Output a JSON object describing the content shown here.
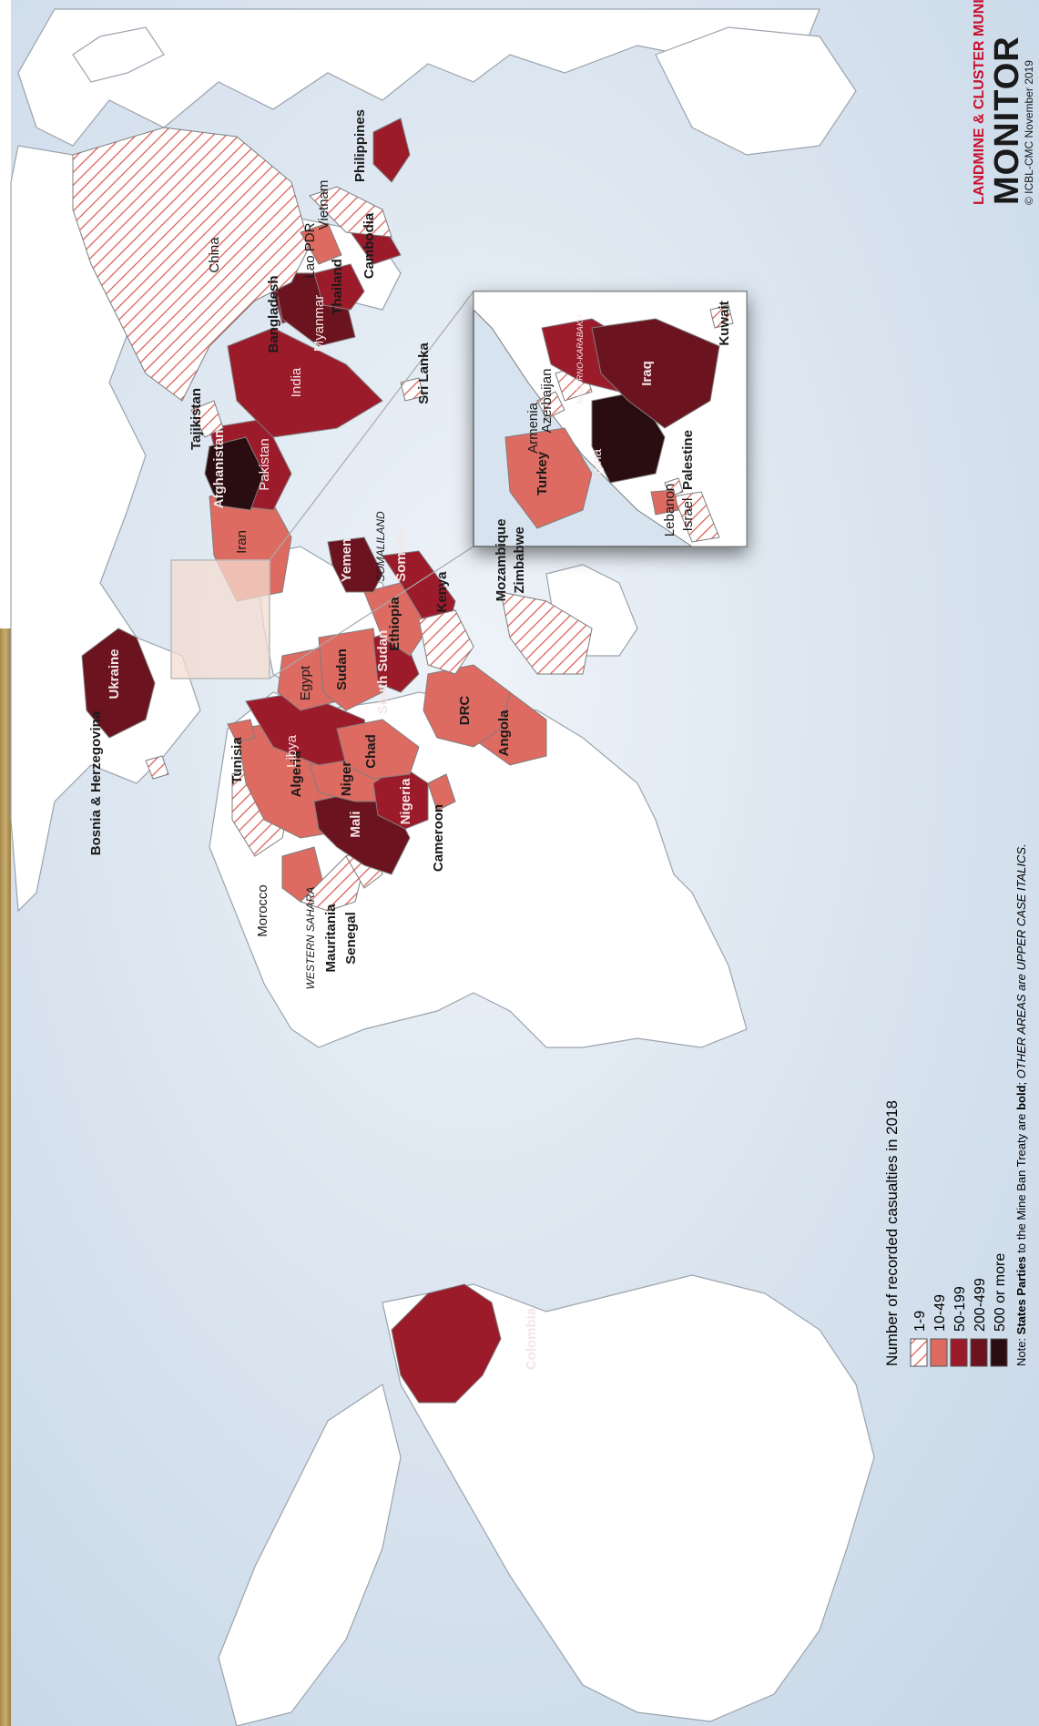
{
  "colors": {
    "ocean": "#d7e3ef",
    "land": "#ffffff",
    "border": "#9aa3ad",
    "c1_9": "#d9574f",
    "c10_49": "#dd6b62",
    "c50_199": "#9c1b2b",
    "c200_499": "#6b1420",
    "c500": "#2a0d10",
    "brand_red": "#c8102e"
  },
  "legend": {
    "title": "Number of recorded casualties in 2018",
    "items": [
      {
        "label": "1-9",
        "key": "c1_9",
        "pattern": "hatch"
      },
      {
        "label": "10-49",
        "key": "c10_49"
      },
      {
        "label": "50-199",
        "key": "c50_199"
      },
      {
        "label": "200-499",
        "key": "c200_499"
      },
      {
        "label": "500 or more",
        "key": "c500"
      }
    ]
  },
  "note": {
    "prefix": "Note: ",
    "bold": "States Parties",
    "mid": " to the Mine Ban Treaty are ",
    "bold2": "bold",
    "mid2": "; ",
    "italic": "OTHER AREAS are UPPER CASE ITALICS.",
    "full": "Note: States Parties to the Mine Ban Treaty are bold; OTHER AREAS are UPPER CASE ITALICS."
  },
  "brand": {
    "line1": "LANDMINE & CLUSTER MUNITION",
    "line2": "MONITOR",
    "line3": "© ICBL-CMC November 2019"
  },
  "countries": [
    {
      "name": "Colombia",
      "style": "b",
      "tier": "c50_199"
    },
    {
      "name": "Morocco",
      "style": "n",
      "tier": "c1_9"
    },
    {
      "name": "WESTERN SAHARA",
      "style": "i",
      "tier": "c10_49"
    },
    {
      "name": "Mauritania",
      "style": "b",
      "tier": "c1_9"
    },
    {
      "name": "Senegal",
      "style": "b",
      "tier": "c1_9"
    },
    {
      "name": "Cameroon",
      "style": "b",
      "tier": "c10_49"
    },
    {
      "name": "Algeria",
      "style": "b",
      "tier": "c10_49"
    },
    {
      "name": "Mali",
      "style": "b",
      "tier": "c200_499"
    },
    {
      "name": "Tunisia",
      "style": "b",
      "tier": "c10_49"
    },
    {
      "name": "Niger",
      "style": "b",
      "tier": "c10_49"
    },
    {
      "name": "Nigeria",
      "style": "b",
      "tier": "c50_199"
    },
    {
      "name": "Libya",
      "style": "n",
      "tier": "c50_199"
    },
    {
      "name": "Chad",
      "style": "b",
      "tier": "c10_49"
    },
    {
      "name": "Angola",
      "style": "b",
      "tier": "c10_49"
    },
    {
      "name": "DRC",
      "style": "b",
      "tier": "c10_49"
    },
    {
      "name": "Egypt",
      "style": "n",
      "tier": "c10_49"
    },
    {
      "name": "Sudan",
      "style": "b",
      "tier": "c10_49"
    },
    {
      "name": "South Sudan",
      "style": "b",
      "tier": "c50_199"
    },
    {
      "name": "Ethiopia",
      "style": "b",
      "tier": "c10_49"
    },
    {
      "name": "Kenya",
      "style": "b",
      "tier": "c1_9"
    },
    {
      "name": "Mozambique",
      "style": "b",
      "tier": "c1_9"
    },
    {
      "name": "Zimbabwe",
      "style": "b",
      "tier": "c1_9"
    },
    {
      "name": "Somalia",
      "style": "b",
      "tier": "c50_199"
    },
    {
      "name": "SOMALILAND",
      "style": "i",
      "tier": "c50_199"
    },
    {
      "name": "Yemen",
      "style": "b",
      "tier": "c200_499"
    },
    {
      "name": "Bosnia & Herzegovina",
      "style": "b",
      "tier": "c1_9"
    },
    {
      "name": "Ukraine",
      "style": "b",
      "tier": "c200_499"
    },
    {
      "name": "Iran",
      "style": "n",
      "tier": "c10_49"
    },
    {
      "name": "Pakistan",
      "style": "n",
      "tier": "c50_199"
    },
    {
      "name": "Afghanistan",
      "style": "b",
      "tier": "c500"
    },
    {
      "name": "Tajikistan",
      "style": "b",
      "tier": "c1_9"
    },
    {
      "name": "India",
      "style": "n",
      "tier": "c50_199"
    },
    {
      "name": "Sri Lanka",
      "style": "b",
      "tier": "c1_9"
    },
    {
      "name": "Myanmar",
      "style": "n",
      "tier": "c200_499"
    },
    {
      "name": "Bangladesh",
      "style": "b",
      "tier": "c50_199"
    },
    {
      "name": "China",
      "style": "n",
      "tier": "c1_9"
    },
    {
      "name": "Thailand",
      "style": "b",
      "tier": "c50_199"
    },
    {
      "name": "Lao PDR",
      "style": "n",
      "tier": "c10_49"
    },
    {
      "name": "Cambodia",
      "style": "b",
      "tier": "c50_199"
    },
    {
      "name": "Vietnam",
      "style": "n",
      "tier": "c1_9"
    },
    {
      "name": "Philippines",
      "style": "b",
      "tier": "c50_199"
    }
  ],
  "inset": {
    "countries": [
      {
        "name": "Armenia",
        "style": "n",
        "tier": "c1_9"
      },
      {
        "name": "Azerbaijan",
        "style": "n",
        "tier": "c1_9"
      },
      {
        "name": "NAGORNO-KARABAKH",
        "style": "i",
        "tier": "c50_199"
      },
      {
        "name": "Turkey",
        "style": "b",
        "tier": "c10_49"
      },
      {
        "name": "Syria",
        "style": "n",
        "tier": "c500"
      },
      {
        "name": "Iraq",
        "style": "b",
        "tier": "c200_499"
      },
      {
        "name": "Lebanon",
        "style": "n",
        "tier": "c1_9"
      },
      {
        "name": "Israel",
        "style": "n",
        "tier": "c1_9"
      },
      {
        "name": "Palestine",
        "style": "b",
        "tier": "c10_49"
      },
      {
        "name": "Kuwait",
        "style": "b",
        "tier": "c1_9"
      }
    ]
  }
}
